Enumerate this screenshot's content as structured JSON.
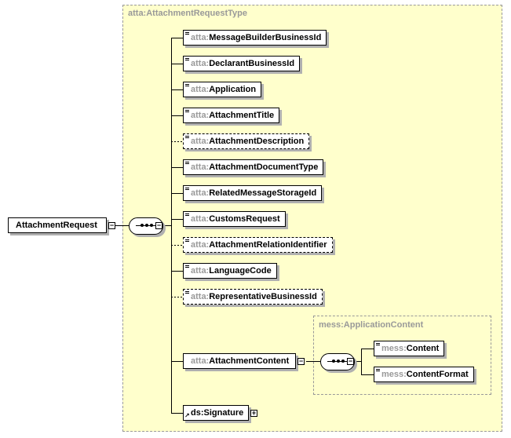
{
  "diagram": {
    "root_element": "AttachmentRequest",
    "complex_type": "atta:AttachmentRequestType",
    "children": [
      {
        "ns": "atta:",
        "name": "MessageBuilderBusinessId",
        "optional": false
      },
      {
        "ns": "atta:",
        "name": "DeclarantBusinessId",
        "optional": false
      },
      {
        "ns": "atta:",
        "name": "Application",
        "optional": false
      },
      {
        "ns": "atta:",
        "name": "AttachmentTitle",
        "optional": false
      },
      {
        "ns": "atta:",
        "name": "AttachmentDescription",
        "optional": true
      },
      {
        "ns": "atta:",
        "name": "AttachmentDocumentType",
        "optional": false
      },
      {
        "ns": "atta:",
        "name": "RelatedMessageStorageId",
        "optional": false
      },
      {
        "ns": "atta:",
        "name": "CustomsRequest",
        "optional": false
      },
      {
        "ns": "atta:",
        "name": "AttachmentRelationIdentifier",
        "optional": true
      },
      {
        "ns": "atta:",
        "name": "LanguageCode",
        "optional": false
      },
      {
        "ns": "atta:",
        "name": "RepresentativeBusinessId",
        "optional": true
      },
      {
        "ns": "atta:",
        "name": "AttachmentContent",
        "optional": false
      },
      {
        "ns": "",
        "name": "ds:Signature",
        "optional": false
      }
    ],
    "nested_type": "mess:ApplicationContent",
    "nested_children": [
      {
        "ns": "mess:",
        "name": "Content"
      },
      {
        "ns": "mess:",
        "name": "ContentFormat"
      }
    ],
    "expander_minus": "−",
    "expander_plus": "+"
  },
  "colors": {
    "type_background": "#ffffcc",
    "namespace_gray": "#999999",
    "border": "#000000"
  }
}
